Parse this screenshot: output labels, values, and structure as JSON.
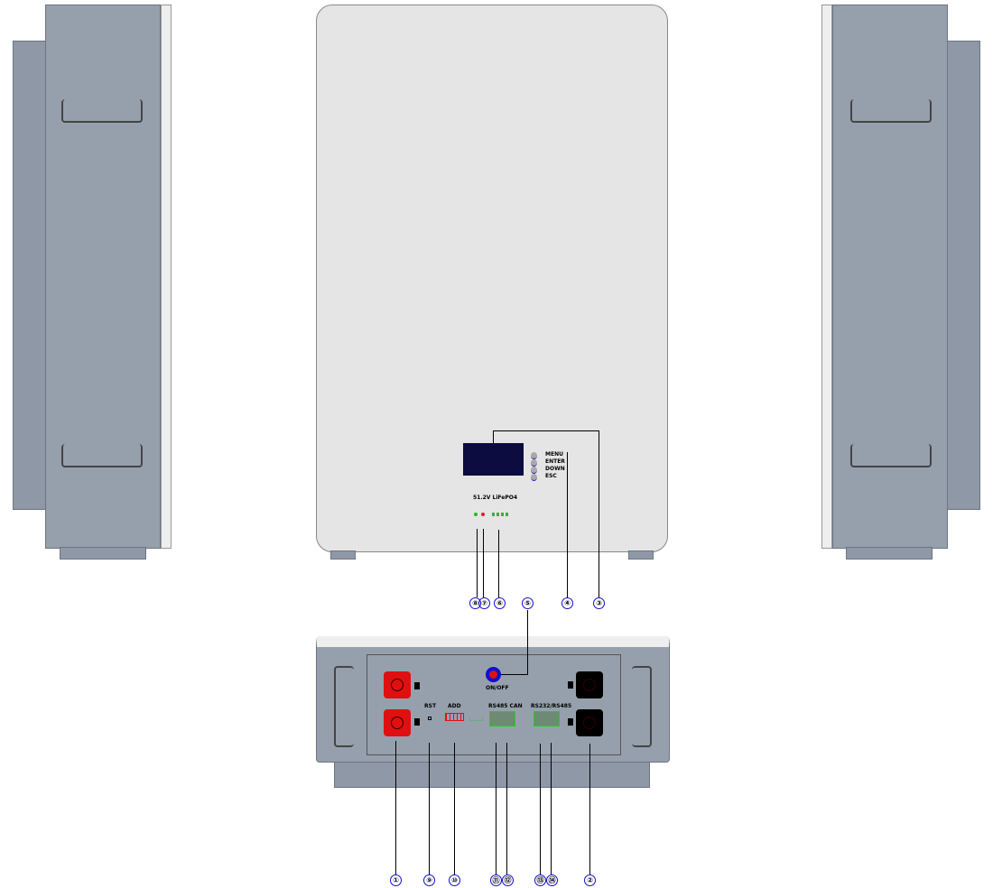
{
  "front_view": {
    "buttons": [
      "MENU",
      "ENTER",
      "DOWN",
      "ESC"
    ],
    "model_label": "51.2V LiFePO4"
  },
  "bottom_view": {
    "power_switch": "ON/OFF",
    "reset": "RST",
    "address": "ADD",
    "comm1": "RS485 CAN",
    "comm2": "RS232/RS485"
  },
  "callouts_top": [
    "⑧",
    "⑦",
    "⑥",
    "⑤",
    "④",
    "③"
  ],
  "callouts_bottom": [
    "①",
    "⑨",
    "⑩",
    "⑪",
    "⑫",
    "⑬",
    "⑭",
    "②"
  ],
  "colors": {
    "body": "#96a0ad",
    "front": "#e5e5e5",
    "display": "#0c0c40",
    "terminal_pos": "#e01010",
    "terminal_neg": "#000000",
    "callout": "#1010d0"
  }
}
